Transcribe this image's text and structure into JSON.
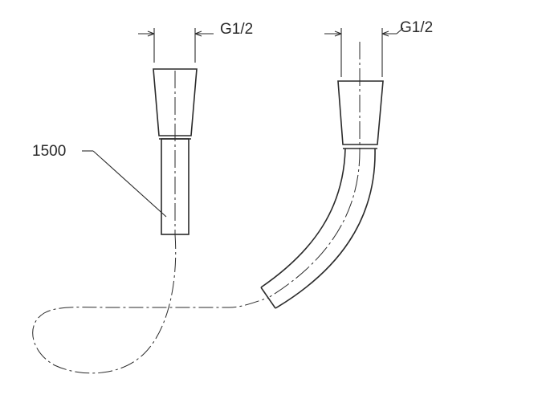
{
  "labels": {
    "left_thread": "G1/2",
    "right_thread": "G1/2",
    "hose_length": "1500"
  },
  "colors": {
    "line": "#2a2a2a",
    "background": "#ffffff"
  }
}
